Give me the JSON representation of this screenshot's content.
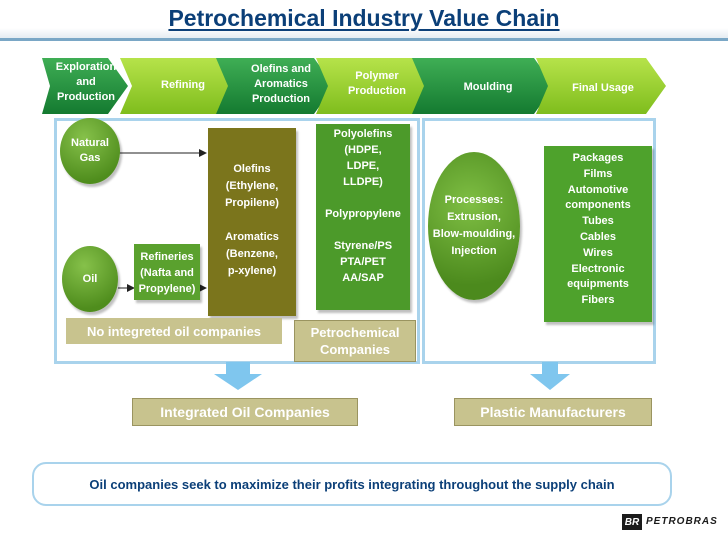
{
  "title": "Petrochemical Industry Value Chain",
  "chain_steps": [
    "Exploration\nand\nProduction",
    "Refining",
    "Olefins and\nAromatics\nProduction",
    "Polymer\nProduction",
    "Moulding",
    "Final Usage"
  ],
  "inputs": {
    "natural_gas": "Natural\nGas",
    "oil": "Oil"
  },
  "refineries": "Refineries\n(Nafta and\nPropylene)",
  "olefins_column": "Olefins\n(Ethylene,\nPropilene)\n\nAromatics\n(Benzene,\np-xylene)",
  "polymer_column": "Polyolefins\n(HDPE,\nLDPE,\nLLDPE)\n\nPolypropylene\n\nStyrene/PS\nPTA/PET\nAA/SAP",
  "processes": "Processes:\nExtrusion,\nBlow-moulding,\nInjection",
  "final_usage_items": "Packages\nFilms\nAutomotive\ncomponents\nTubes\nCables\nWires\nElectronic\nequipments\nFibers",
  "labels": {
    "no_integrated": "No integreted oil companies",
    "petrochemical": "Petrochemical\nCompanies",
    "integrated": "Integrated Oil Companies",
    "plastic": "Plastic Manufacturers"
  },
  "conclusion": "Oil companies seek to maximize their profits integrating throughout the supply chain",
  "logo": {
    "mark": "BR",
    "name": "PETROBRAS"
  },
  "colors": {
    "title": "#0b3f78",
    "chevron_dark": "#1f8a3b",
    "chevron_light": "#9bd42f",
    "olive": "#7b751c",
    "frame": "#a9d3ec",
    "tan": "#c8c38e",
    "arrow": "#7fc6ee"
  }
}
